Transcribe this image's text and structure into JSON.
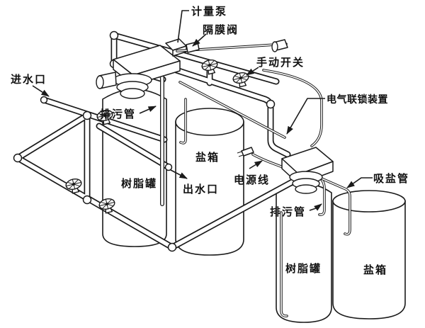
{
  "figure": {
    "kind": "isometric line diagram of a twin-tank water softening system",
    "background_color": "#ffffff",
    "ink_color": "#1a1a1a"
  },
  "labels": {
    "metering_pump": "计量泵",
    "diaphragm_valve": "隔膜阀",
    "manual_switch": "手动开关",
    "water_inlet": "进水口",
    "drain_pipe_left": "排污管",
    "electrical_interlock": "电气联锁装置",
    "salt_tank_center": "盐箱",
    "resin_tank_left": "树脂罐",
    "water_outlet": "出水口",
    "power_cord": "电源线",
    "salt_suction_pipe": "吸盐管",
    "drain_pipe_right": "排污管",
    "resin_tank_right": "树脂罐",
    "salt_tank_right": "盐箱"
  }
}
